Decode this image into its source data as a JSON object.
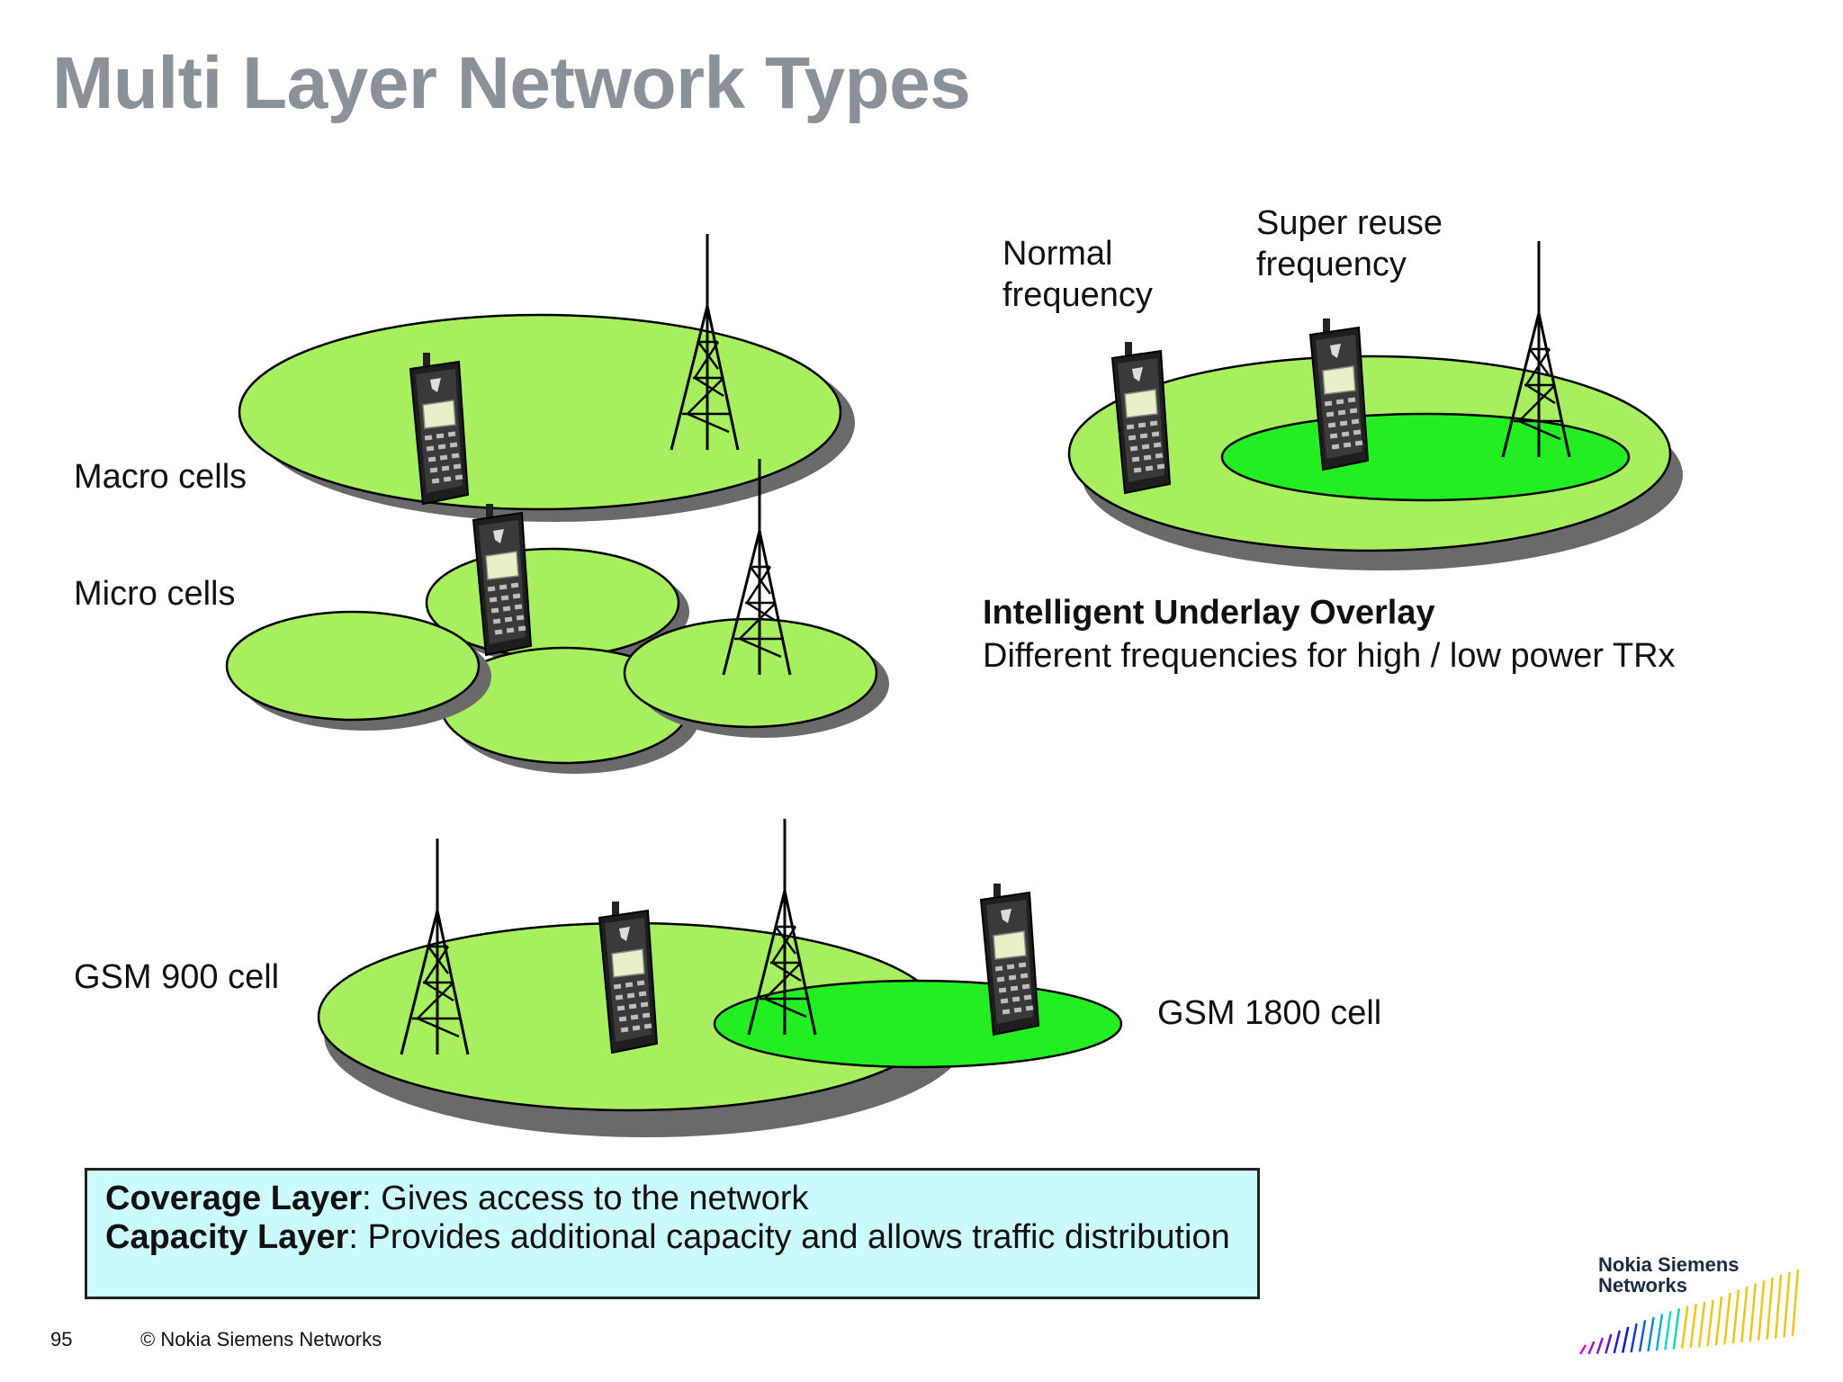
{
  "title": "Multi Layer Network Types",
  "labels": {
    "macro": "Macro cells",
    "micro": "Micro cells",
    "normal_frequency": "Normal frequency",
    "super_reuse_frequency": "Super reuse frequency",
    "gsm900": "GSM 900 cell",
    "gsm1800": "GSM 1800 cell"
  },
  "iuo": {
    "heading": "Intelligent Underlay Overlay",
    "text": "Different frequencies for high / low power TRx"
  },
  "info_box": {
    "coverage_term": "Coverage Layer",
    "coverage_text": ": Gives access to the network",
    "capacity_term": "Capacity Layer",
    "capacity_text": ": Provides additional capacity and allows traffic distribution"
  },
  "footer": {
    "page_number": "95",
    "copyright": "© Nokia Siemens Networks"
  },
  "logo": {
    "line1": "Nokia Siemens",
    "line2": "Networks"
  },
  "colors": {
    "cell_light": "#a8ef60",
    "cell_bright": "#22ee22",
    "info_box_bg": "#ccfbfd",
    "title": "#8a9199"
  }
}
